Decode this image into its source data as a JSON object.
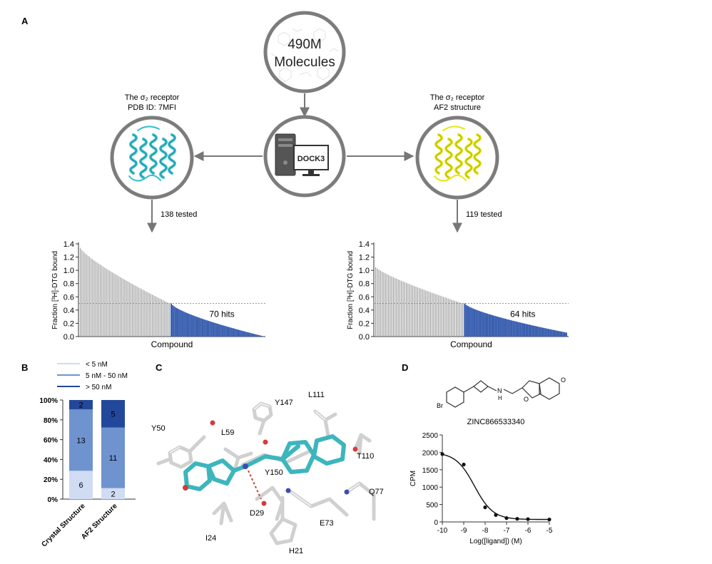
{
  "panel_labels": {
    "a": "A",
    "b": "B",
    "c": "C",
    "d": "D"
  },
  "panel_a": {
    "library": {
      "line1": "490M",
      "line2": "Molecules"
    },
    "left_receptor": {
      "line1": "The σ₂ receptor",
      "line2": "PDB ID: 7MFI",
      "color": "#3bbfcc"
    },
    "right_receptor": {
      "line1": "The σ₂ receptor",
      "line2": "AF2 structure",
      "color": "#e6e61e"
    },
    "docking_label": "DOCK3",
    "left_tested": "138 tested",
    "right_tested": "119 tested"
  },
  "chart_data": [
    {
      "id": "crystal-screen",
      "type": "bar",
      "ylabel": "Fraction [³H]-DTG bound",
      "xlabel": "Compound",
      "yticks": [
        "1.4",
        "1.2",
        "1.0",
        "0.8",
        "0.6",
        "0.4",
        "0.2",
        "0.0"
      ],
      "ylim": [
        0,
        1.4
      ],
      "threshold": 0.5,
      "n_compounds": 138,
      "n_hits": 70,
      "hits_label": "70 hits",
      "value_start": 1.34,
      "value_at_threshold": 0.5,
      "value_end": 0.005,
      "grey_color": "#999999",
      "hit_color": "#3a5fb0"
    },
    {
      "id": "af2-screen",
      "type": "bar",
      "ylabel": "Fraction [³H]-DTG bound",
      "xlabel": "Compound",
      "yticks": [
        "1.4",
        "1.2",
        "1.0",
        "0.8",
        "0.6",
        "0.4",
        "0.2",
        "0.0"
      ],
      "ylim": [
        0,
        1.4
      ],
      "threshold": 0.5,
      "n_compounds": 119,
      "n_hits": 64,
      "hits_label": "64 hits",
      "value_start": 1.05,
      "value_at_threshold": 0.5,
      "value_end": 0.06,
      "grey_color": "#999999",
      "hit_color": "#3a5fb0"
    },
    {
      "id": "affinity-distribution",
      "type": "bar",
      "subtype": "stacked-percent",
      "categories": [
        "Crystal Structure",
        "AF2 Structure"
      ],
      "yticks": [
        "100%",
        "80%",
        "60%",
        "40%",
        "20%",
        "0%"
      ],
      "series": [
        {
          "name": "< 5 nM",
          "values": [
            6,
            2
          ],
          "color": "#cfdcf2"
        },
        {
          "name": "5 nM - 50 nM",
          "values": [
            13,
            11
          ],
          "color": "#6f93cf"
        },
        {
          "name": "> 50 nM",
          "values": [
            2,
            5
          ],
          "color": "#23479a"
        }
      ]
    },
    {
      "id": "dose-response",
      "type": "scatter",
      "title": "ZINC866533340",
      "xlabel": "Log([ligand]) (M)",
      "ylabel": "CPM",
      "xlim": [
        -10,
        -5
      ],
      "ylim": [
        0,
        2500
      ],
      "xticks": [
        -10,
        -9,
        -8,
        -7,
        -6,
        -5
      ],
      "yticks": [
        0,
        500,
        1000,
        1500,
        2000,
        2500
      ],
      "x": [
        -10,
        -9,
        -8,
        -7.5,
        -7,
        -6.5,
        -6,
        -5
      ],
      "y": [
        1950,
        1650,
        420,
        200,
        110,
        90,
        80,
        70
      ],
      "fit": {
        "top": 2000,
        "bottom": 70,
        "log_ic50": -8.5,
        "hill": -1
      }
    }
  ],
  "panel_c": {
    "residues": [
      "Y147",
      "L111",
      "Y50",
      "L59",
      "T110",
      "Y150",
      "Q77",
      "D29",
      "E73",
      "I24",
      "H21"
    ]
  },
  "panel_d": {
    "br_label": "Br",
    "n_label": "H",
    "nh_label": "N",
    "o_label": "O"
  }
}
